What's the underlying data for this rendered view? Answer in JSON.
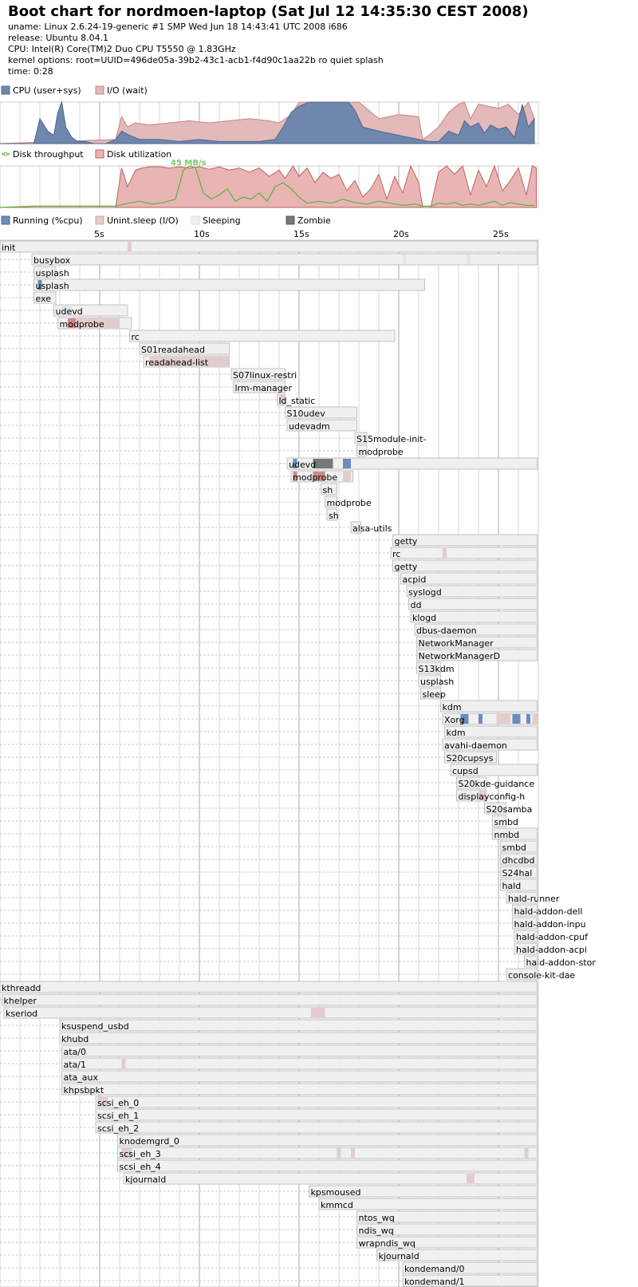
{
  "header": {
    "title": "Boot chart for nordmoen-laptop (Sat Jul 12 14:35:30 CEST 2008)",
    "meta": [
      "uname: Linux 2.6.24-19-generic #1 SMP Wed Jun 18 14:43:41 UTC 2008 i686",
      "release: Ubuntu 8.04.1",
      "CPU: Intel(R) Core(TM)2 Duo CPU T5550 @ 1.83GHz",
      "kernel options: root=UUID=496de05a-39b2-43c1-acb1-f4d90c1aa22b ro quiet splash",
      "time: 0:28"
    ]
  },
  "colors": {
    "cpu": "#6f86ad",
    "io_fill": "#e3b9b9",
    "io_stroke": "#c98484",
    "throughput": "#57b43c",
    "util_fill": "#e9b4b4",
    "util_stroke": "#c26060",
    "running": "#6d8cbd",
    "uninterruptible": "#e4cccc",
    "uninterruptible_dark": "#d08a8a",
    "sleeping": "#f0f0f0",
    "zombie": "#777777",
    "grid": "#d8d8d8",
    "grid_major": "#aaaaaa"
  },
  "legends": {
    "cpu": [
      "CPU (user+sys)",
      "I/O (wait)"
    ],
    "disk": [
      "Disk throughput",
      "Disk utilization"
    ],
    "process": [
      "Running (%cpu)",
      "Unint.sleep (I/O)",
      "Sleeping",
      "Zombie"
    ]
  },
  "chart_data": [
    {
      "type": "area",
      "title": "",
      "xlabel": "",
      "ylabel": "",
      "x_unit": "s",
      "xlim": [
        0,
        27
      ],
      "ylim": [
        0,
        100
      ],
      "grid": true,
      "series": [
        {
          "name": "CPU (user+sys)",
          "x": [
            0,
            1.7,
            2.0,
            2.4,
            2.7,
            2.9,
            3.1,
            3.3,
            3.6,
            3.9,
            4.3,
            4.7,
            5.3,
            5.8,
            6.1,
            6.5,
            7.0,
            8.0,
            9.0,
            10.0,
            11.0,
            12.0,
            13.0,
            13.8,
            14.2,
            14.6,
            15.0,
            15.5,
            16.5,
            17.5,
            17.8,
            18.2,
            19.0,
            20.0,
            21.0,
            21.5,
            22.0,
            22.5,
            23.0,
            23.3,
            23.6,
            24.0,
            24.3,
            24.6,
            25.0,
            25.4,
            25.8,
            26.2,
            26.5,
            26.8
          ],
          "y": [
            0,
            0,
            60,
            30,
            20,
            75,
            100,
            40,
            15,
            5,
            5,
            0,
            0,
            10,
            30,
            20,
            10,
            10,
            5,
            10,
            5,
            5,
            5,
            10,
            40,
            75,
            90,
            100,
            100,
            100,
            80,
            40,
            30,
            20,
            10,
            5,
            5,
            30,
            20,
            55,
            40,
            50,
            25,
            45,
            35,
            40,
            15,
            95,
            40,
            60
          ]
        },
        {
          "name": "I/O (wait)",
          "x": [
            0,
            5.8,
            6.1,
            6.4,
            6.8,
            7.5,
            8.5,
            9.5,
            10.5,
            11.5,
            12.5,
            13.5,
            14.0,
            14.6,
            15.0,
            16.0,
            17.0,
            18.0,
            19.0,
            20.0,
            21.0,
            21.2,
            21.5,
            22.0,
            22.5,
            23.0,
            23.3,
            23.6,
            24.0,
            24.5,
            25.0,
            25.5,
            26.0,
            26.5,
            26.8
          ],
          "y": [
            0,
            10,
            65,
            40,
            50,
            45,
            50,
            55,
            50,
            55,
            60,
            55,
            50,
            70,
            100,
            100,
            100,
            100,
            60,
            70,
            65,
            10,
            20,
            40,
            75,
            95,
            100,
            60,
            95,
            90,
            85,
            95,
            70,
            100,
            60
          ]
        }
      ]
    },
    {
      "type": "area",
      "title": "",
      "xlabel": "",
      "ylabel": "",
      "x_unit": "s",
      "xlim": [
        0,
        27
      ],
      "ylim": [
        0,
        100
      ],
      "grid": true,
      "annotations": [
        "45 MB/s"
      ],
      "series": [
        {
          "name": "Disk utilization",
          "x": [
            0,
            5.8,
            6.1,
            6.4,
            6.8,
            7.1,
            7.5,
            8.0,
            8.5,
            9.0,
            9.5,
            10.0,
            10.5,
            11.0,
            11.5,
            12.0,
            12.5,
            13.0,
            13.5,
            14.0,
            14.3,
            14.7,
            15.0,
            15.4,
            15.8,
            16.2,
            16.6,
            17.0,
            17.4,
            17.8,
            18.2,
            18.6,
            19.0,
            19.4,
            19.8,
            20.2,
            20.6,
            21.0,
            21.2,
            21.6,
            22.0,
            22.4,
            22.8,
            23.2,
            23.6,
            24.0,
            24.4,
            24.8,
            25.2,
            25.6,
            26.0,
            26.4,
            26.7,
            26.9
          ],
          "y": [
            0,
            0,
            95,
            50,
            90,
            95,
            98,
            98,
            95,
            98,
            95,
            98,
            92,
            98,
            90,
            95,
            85,
            95,
            75,
            90,
            70,
            100,
            75,
            95,
            60,
            85,
            70,
            80,
            40,
            65,
            25,
            45,
            80,
            20,
            75,
            35,
            100,
            60,
            0,
            0,
            85,
            100,
            80,
            100,
            30,
            90,
            50,
            100,
            40,
            65,
            95,
            30,
            100,
            95
          ]
        },
        {
          "name": "Disk throughput",
          "x": [
            0,
            1.7,
            5.8,
            6.4,
            7.0,
            7.6,
            8.2,
            8.8,
            9.2,
            9.5,
            9.8,
            10.2,
            10.6,
            11.0,
            11.4,
            11.8,
            12.2,
            12.6,
            13.0,
            13.4,
            13.8,
            14.2,
            14.6,
            15.0,
            15.4,
            16.0,
            16.6,
            17.2,
            17.8,
            18.4,
            19.0,
            19.6,
            20.2,
            20.8,
            21.2,
            21.6,
            22.0,
            22.4,
            22.8,
            23.2,
            23.6,
            24.0,
            24.4,
            24.8,
            25.2,
            25.6,
            26.0,
            26.4,
            26.8
          ],
          "y": [
            0,
            3,
            3,
            10,
            15,
            8,
            12,
            20,
            90,
            100,
            96,
            35,
            20,
            30,
            45,
            15,
            25,
            20,
            35,
            15,
            50,
            60,
            45,
            25,
            10,
            15,
            10,
            20,
            12,
            8,
            15,
            10,
            5,
            8,
            3,
            3,
            10,
            8,
            12,
            5,
            8,
            5,
            10,
            15,
            5,
            12,
            8,
            5,
            5
          ]
        }
      ]
    }
  ],
  "time_axis": {
    "ticks": [
      5,
      10,
      15,
      20,
      25
    ],
    "suffix": "s"
  },
  "processes": [
    {
      "name": "init",
      "start": 0,
      "end": 27,
      "s": [
        [
          6.4,
          6.6,
          "u"
        ]
      ]
    },
    {
      "name": "busybox",
      "start": 1.6,
      "end": 27,
      "s": [
        [
          20.2,
          20.4,
          "z"
        ],
        [
          23.4,
          23.6,
          "z"
        ]
      ]
    },
    {
      "name": "usplash",
      "start": 1.7,
      "end": 2.8,
      "s": []
    },
    {
      "name": "usplash",
      "start": 1.7,
      "end": 21.3,
      "s": [
        [
          1.9,
          2.1,
          "r"
        ]
      ]
    },
    {
      "name": "exe",
      "start": 1.7,
      "end": 2.8,
      "s": []
    },
    {
      "name": "udevd",
      "start": 2.7,
      "end": 6.4,
      "s": [
        [
          3.1,
          3.6,
          "z"
        ]
      ]
    },
    {
      "name": "modprobe",
      "start": 2.9,
      "end": 6.6,
      "s": [
        [
          3.4,
          3.8,
          "d"
        ],
        [
          3.8,
          6.0,
          "u"
        ]
      ]
    },
    {
      "name": "rc",
      "start": 6.5,
      "end": 19.8,
      "s": []
    },
    {
      "name": "S01readahead",
      "start": 7.0,
      "end": 11.5,
      "s": []
    },
    {
      "name": "readahead-list",
      "start": 7.2,
      "end": 11.5,
      "s": [
        [
          7.5,
          11.5,
          "u"
        ]
      ]
    },
    {
      "name": "S07linux-restri",
      "start": 11.6,
      "end": 14.3,
      "s": []
    },
    {
      "name": "lrm-manager",
      "start": 11.7,
      "end": 14.3,
      "s": []
    },
    {
      "name": "ld_static",
      "start": 13.9,
      "end": 14.3,
      "s": [
        [
          14.0,
          14.3,
          "u"
        ]
      ]
    },
    {
      "name": "S10udev",
      "start": 14.3,
      "end": 17.9,
      "s": []
    },
    {
      "name": "udevadm",
      "start": 14.4,
      "end": 17.9,
      "s": []
    },
    {
      "name": "S15module-init-",
      "start": 17.8,
      "end": 18.4,
      "s": []
    },
    {
      "name": "modprobe",
      "start": 17.9,
      "end": 18.4,
      "s": []
    },
    {
      "name": "udevd",
      "start": 14.4,
      "end": 27,
      "s": [
        [
          14.7,
          14.9,
          "r"
        ],
        [
          15.7,
          16.7,
          "zm"
        ],
        [
          17.2,
          17.6,
          "r"
        ]
      ]
    },
    {
      "name": "modprobe",
      "start": 14.6,
      "end": 17.7,
      "s": [
        [
          14.7,
          14.9,
          "d"
        ],
        [
          15.7,
          16.3,
          "d"
        ],
        [
          17.2,
          17.6,
          "u"
        ]
      ]
    },
    {
      "name": "sh",
      "start": 16.1,
      "end": 16.9,
      "s": []
    },
    {
      "name": "modprobe",
      "start": 16.3,
      "end": 16.9,
      "s": []
    },
    {
      "name": "sh",
      "start": 16.4,
      "end": 16.9,
      "s": []
    },
    {
      "name": "alsa-utils",
      "start": 17.6,
      "end": 18.1,
      "s": []
    },
    {
      "name": "getty",
      "start": 19.7,
      "end": 27,
      "s": []
    },
    {
      "name": "rc",
      "start": 19.6,
      "end": 27,
      "s": [
        [
          22.2,
          22.4,
          "u"
        ]
      ]
    },
    {
      "name": "getty",
      "start": 19.7,
      "end": 27,
      "s": []
    },
    {
      "name": "acpid",
      "start": 20.1,
      "end": 27,
      "s": []
    },
    {
      "name": "syslogd",
      "start": 20.4,
      "end": 27,
      "s": []
    },
    {
      "name": "dd",
      "start": 20.5,
      "end": 27,
      "s": []
    },
    {
      "name": "klogd",
      "start": 20.6,
      "end": 27,
      "s": []
    },
    {
      "name": "dbus-daemon",
      "start": 20.8,
      "end": 27,
      "s": []
    },
    {
      "name": "NetworkManager",
      "start": 20.9,
      "end": 27,
      "s": []
    },
    {
      "name": "NetworkManagerD",
      "start": 20.9,
      "end": 27,
      "s": []
    },
    {
      "name": "S13kdm",
      "start": 20.9,
      "end": 22.1,
      "s": []
    },
    {
      "name": "usplash",
      "start": 21.0,
      "end": 22.1,
      "s": []
    },
    {
      "name": "sleep",
      "start": 21.1,
      "end": 22.1,
      "s": []
    },
    {
      "name": "kdm",
      "start": 22.1,
      "end": 27,
      "s": []
    },
    {
      "name": "Xorg",
      "start": 22.2,
      "end": 27,
      "s": [
        [
          23.1,
          23.5,
          "r"
        ],
        [
          24.0,
          24.2,
          "r"
        ],
        [
          24.9,
          25.6,
          "u"
        ],
        [
          25.7,
          26.1,
          "r"
        ],
        [
          26.4,
          26.6,
          "r"
        ],
        [
          26.7,
          26.95,
          "u"
        ]
      ]
    },
    {
      "name": "kdm",
      "start": 22.3,
      "end": 27,
      "s": []
    },
    {
      "name": "avahi-daemon",
      "start": 22.2,
      "end": 27,
      "s": []
    },
    {
      "name": "S20cupsys",
      "start": 22.3,
      "end": 24.9,
      "s": []
    },
    {
      "name": "cupsd",
      "start": 22.6,
      "end": 27,
      "s": []
    },
    {
      "name": "S20kde-guidance",
      "start": 22.9,
      "end": 24.4,
      "s": []
    },
    {
      "name": "displayconfig-h",
      "start": 22.9,
      "end": 24.4,
      "s": [
        [
          24.0,
          24.4,
          "u"
        ]
      ]
    },
    {
      "name": "S20samba",
      "start": 24.3,
      "end": 25.4,
      "s": []
    },
    {
      "name": "smbd",
      "start": 24.7,
      "end": 25.4,
      "s": []
    },
    {
      "name": "nmbd",
      "start": 24.7,
      "end": 27,
      "s": []
    },
    {
      "name": "smbd",
      "start": 25.1,
      "end": 27,
      "s": []
    },
    {
      "name": "dhcdbd",
      "start": 25.1,
      "end": 27,
      "s": []
    },
    {
      "name": "S24hal",
      "start": 25.1,
      "end": 27,
      "s": []
    },
    {
      "name": "hald",
      "start": 25.1,
      "end": 27,
      "s": []
    },
    {
      "name": "hald-runner",
      "start": 25.4,
      "end": 27,
      "s": []
    },
    {
      "name": "hald-addon-dell",
      "start": 25.7,
      "end": 27,
      "s": []
    },
    {
      "name": "hald-addon-inpu",
      "start": 25.7,
      "end": 27,
      "s": []
    },
    {
      "name": "hald-addon-cpuf",
      "start": 25.8,
      "end": 27,
      "s": []
    },
    {
      "name": "hald-addon-acpi",
      "start": 25.8,
      "end": 27,
      "s": []
    },
    {
      "name": "hald-addon-stor",
      "start": 26.3,
      "end": 27,
      "s": []
    },
    {
      "name": "console-kit-dae",
      "start": 25.4,
      "end": 27,
      "s": []
    },
    {
      "name": "kthreadd",
      "start": 0,
      "end": 27,
      "s": []
    },
    {
      "name": "khelper",
      "start": 0.1,
      "end": 27,
      "s": []
    },
    {
      "name": "kseriod",
      "start": 0.2,
      "end": 27,
      "s": [
        [
          15.6,
          16.3,
          "u"
        ]
      ]
    },
    {
      "name": "ksuspend_usbd",
      "start": 3.0,
      "end": 27,
      "s": []
    },
    {
      "name": "khubd",
      "start": 3.0,
      "end": 27,
      "s": []
    },
    {
      "name": "ata/0",
      "start": 3.1,
      "end": 27,
      "s": []
    },
    {
      "name": "ata/1",
      "start": 3.1,
      "end": 27,
      "s": [
        [
          6.1,
          6.3,
          "u"
        ]
      ]
    },
    {
      "name": "ata_aux",
      "start": 3.1,
      "end": 27,
      "s": []
    },
    {
      "name": "khpsbpkt",
      "start": 3.1,
      "end": 27,
      "s": []
    },
    {
      "name": "scsi_eh_0",
      "start": 4.8,
      "end": 27,
      "s": [
        [
          4.9,
          5.4,
          "u"
        ]
      ]
    },
    {
      "name": "scsi_eh_1",
      "start": 4.8,
      "end": 27,
      "s": []
    },
    {
      "name": "scsi_eh_2",
      "start": 4.8,
      "end": 27,
      "s": []
    },
    {
      "name": "knodemgrd_0",
      "start": 5.9,
      "end": 27,
      "s": []
    },
    {
      "name": "scsi_eh_3",
      "start": 5.9,
      "end": 27,
      "s": [
        [
          6.1,
          6.6,
          "u"
        ],
        [
          16.9,
          17.1,
          "u"
        ],
        [
          17.6,
          17.8,
          "u"
        ],
        [
          26.3,
          26.5,
          "u"
        ]
      ]
    },
    {
      "name": "scsi_eh_4",
      "start": 5.9,
      "end": 27,
      "s": []
    },
    {
      "name": "kjournald",
      "start": 6.2,
      "end": 27,
      "s": [
        [
          23.4,
          23.8,
          "u"
        ]
      ]
    },
    {
      "name": "kpsmoused",
      "start": 15.5,
      "end": 27,
      "s": []
    },
    {
      "name": "kmmcd",
      "start": 16.0,
      "end": 27,
      "s": []
    },
    {
      "name": "ntos_wq",
      "start": 17.9,
      "end": 27,
      "s": []
    },
    {
      "name": "ndis_wq",
      "start": 17.9,
      "end": 27,
      "s": []
    },
    {
      "name": "wrapndis_wq",
      "start": 17.9,
      "end": 27,
      "s": []
    },
    {
      "name": "kjournald",
      "start": 18.9,
      "end": 27,
      "s": []
    },
    {
      "name": "kondemand/0",
      "start": 20.2,
      "end": 27,
      "s": []
    },
    {
      "name": "kondemand/1",
      "start": 20.2,
      "end": 27,
      "s": []
    }
  ]
}
